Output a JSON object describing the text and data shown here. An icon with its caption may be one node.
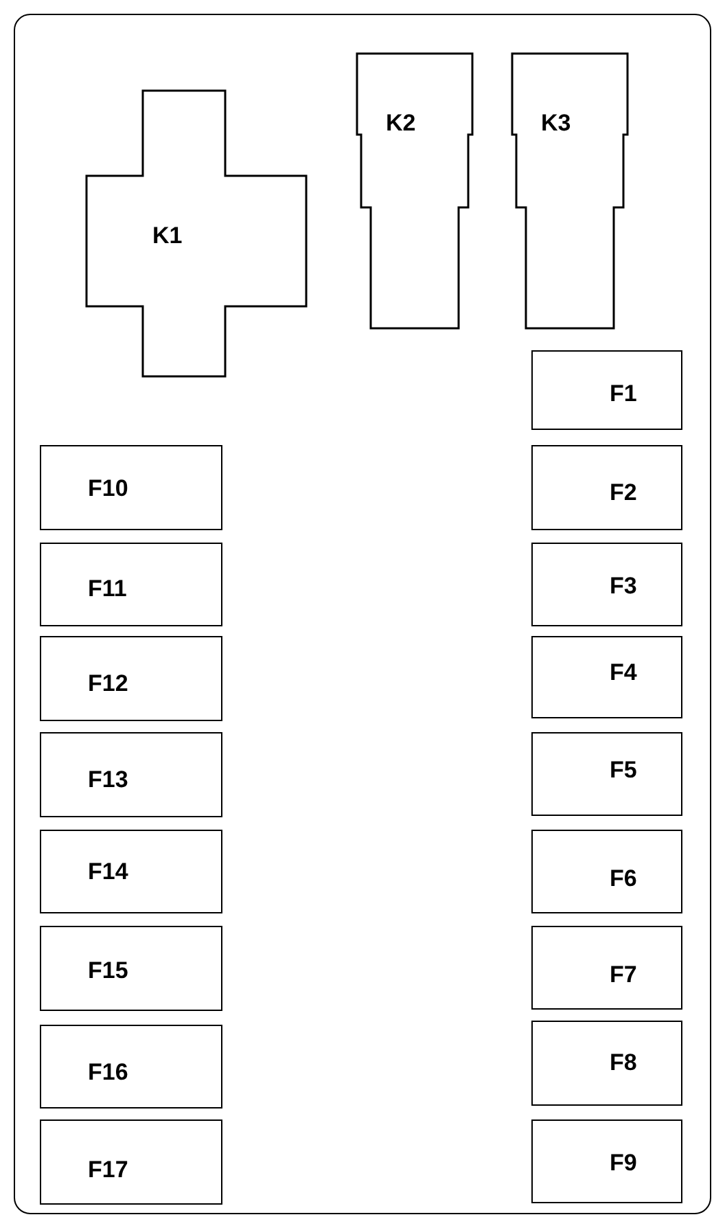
{
  "diagram": {
    "nodes": [
      {
        "text": [],
        "shape": "box"
      },
      {
        "text": [
          "K1"
        ],
        "in": 0
      },
      {
        "text": [
          "K2"
        ],
        "in": 0
      },
      {
        "text": [
          "K3"
        ],
        "in": 0
      },
      {
        "text": [
          "F1"
        ],
        "in": 0
      },
      {
        "text": [
          "F10"
        ],
        "in": 0
      },
      {
        "text": [
          "F2"
        ],
        "in": 0
      },
      {
        "text": [
          "F11"
        ],
        "in": 0
      },
      {
        "text": [
          "F3"
        ],
        "in": 0
      },
      {
        "text": [
          "F12"
        ],
        "in": 0
      },
      {
        "text": [
          "F4"
        ],
        "in": 0
      },
      {
        "text": [
          "F13"
        ],
        "in": 0
      },
      {
        "text": [
          "F5"
        ],
        "in": 0
      },
      {
        "text": [
          "F14"
        ],
        "in": 0
      },
      {
        "text": [
          "F6"
        ],
        "in": 0
      },
      {
        "text": [
          "F15"
        ],
        "in": 0
      },
      {
        "text": [
          "F7"
        ],
        "in": 0
      },
      {
        "text": [
          "F16"
        ],
        "in": 0
      },
      {
        "text": [
          "F8"
        ],
        "in": 0
      },
      {
        "text": [
          "F17"
        ],
        "in": 0
      },
      {
        "text": [
          "F9"
        ],
        "in": 0
      }
    ]
  }
}
